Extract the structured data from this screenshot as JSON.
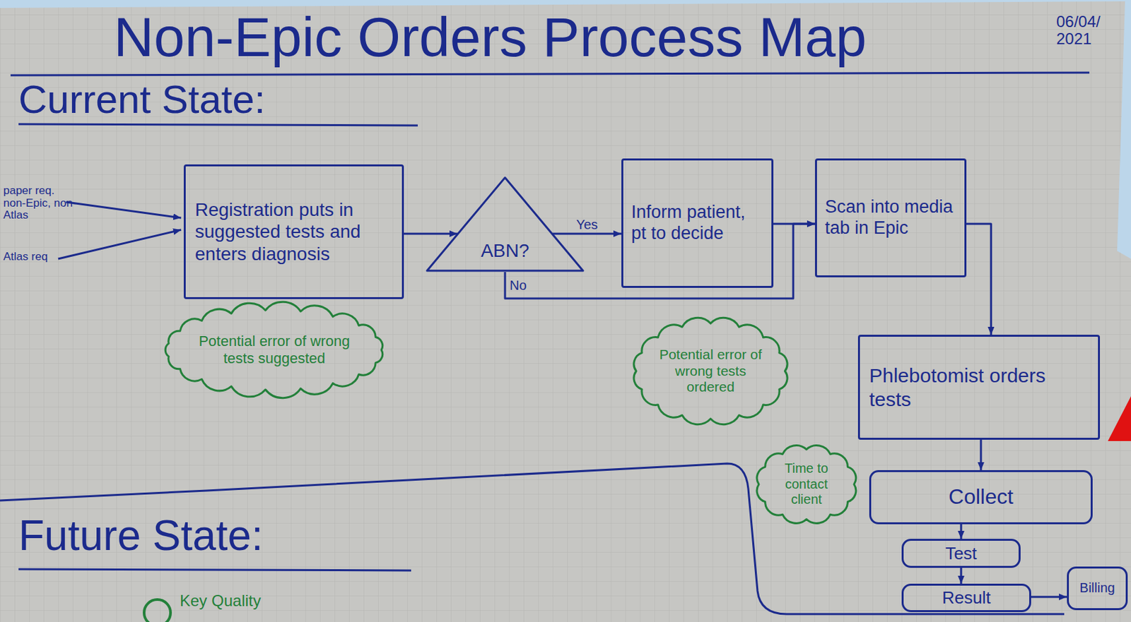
{
  "diagram": {
    "title": "Non-Epic Orders Process Map",
    "nodes": [
      {
        "text": [
          "Registration puts in suggested tests and enters diagnosis"
        ]
      },
      {
        "text": [
          "ABN?"
        ]
      },
      {
        "text": [
          "Inform patient, pt to decide"
        ]
      },
      {
        "text": [
          "Scan into media tab in Epic"
        ]
      },
      {
        "text": [
          "Phlebotomist orders tests"
        ]
      },
      {
        "text": [
          "Collect"
        ]
      },
      {
        "text": [
          "Test"
        ]
      },
      {
        "text": [
          "Result"
        ]
      },
      {
        "text": [
          "Billing"
        ]
      },
      {
        "text": [
          "Potential error of wrong tests suggested"
        ]
      },
      {
        "text": [
          "Potential error of wrong tests ordered"
        ]
      },
      {
        "text": [
          "Time to contact client"
        ]
      }
    ],
    "edges": [
      {
        "from": 0,
        "to": 1,
        "arrow": "to"
      },
      {
        "from": 1,
        "to": 2,
        "label": "Yes",
        "arrow": "to"
      },
      {
        "from": 2,
        "to": 3,
        "arrow": "to"
      },
      {
        "from": 1,
        "to": 3,
        "label": "No",
        "arrow": "to"
      },
      {
        "from": 3,
        "to": 4,
        "arrow": "to"
      },
      {
        "from": 4,
        "to": 5,
        "arrow": "to"
      },
      {
        "from": 5,
        "to": 6,
        "arrow": "to"
      },
      {
        "from": 6,
        "to": 7,
        "arrow": "to"
      },
      {
        "from": 7,
        "to": 8,
        "arrow": "to"
      }
    ],
    "labels": [
      "06/04/ 2021",
      "Current State:",
      "paper req. non-Epic, non-Atlas",
      "Atlas req",
      "Future State:"
    ],
    "legend": [
      {
        "text": "Key Quality"
      }
    ]
  }
}
